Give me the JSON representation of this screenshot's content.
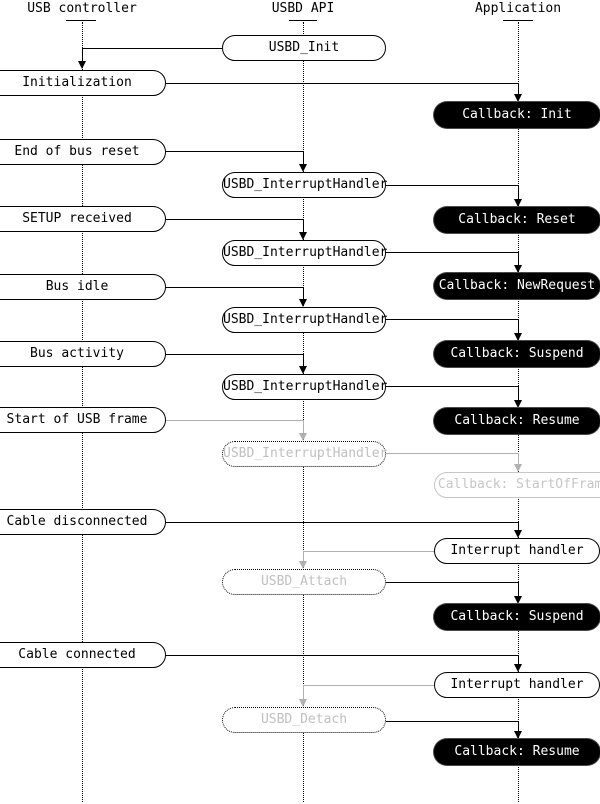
{
  "diagram": {
    "actors": [
      {
        "label": "USB controller"
      },
      {
        "label": "USBD API"
      },
      {
        "label": "Application"
      }
    ],
    "nodes": {
      "usbd_init": "USBD_Init",
      "initialization": "Initialization",
      "cb_init": "Callback: Init",
      "end_bus_reset": "End of bus reset",
      "ih1": "USBD_InterruptHandler",
      "cb_reset": "Callback: Reset",
      "setup_received": "SETUP received",
      "ih2": "USBD_InterruptHandler",
      "cb_newrequest": "Callback: NewRequest",
      "bus_idle": "Bus idle",
      "ih3": "USBD_InterruptHandler",
      "cb_suspend1": "Callback: Suspend",
      "bus_activity": "Bus activity",
      "ih4": "USBD_InterruptHandler",
      "cb_resume1": "Callback: Resume",
      "start_of_frame": "Start of USB frame",
      "ih5": "USBD_InterruptHandler",
      "cb_startofframe": "Callback: StartOfFrame",
      "cable_disconnected": "Cable disconnected",
      "int_handler1": "Interrupt handler",
      "usbd_attach": "USBD_Attach",
      "cb_suspend2": "Callback: Suspend",
      "cable_connected": "Cable connected",
      "int_handler2": "Interrupt handler",
      "usbd_detach": "USBD_Detach",
      "cb_resume2": "Callback: Resume"
    },
    "colors": {
      "line_black": "#000000",
      "line_gray": "#b0b0b0",
      "inactive_text_gray": "#c0c0c0",
      "inactive_border_gray": "#c6c6c6",
      "callback_bg": "#000000",
      "callback_text": "#ffffff"
    }
  }
}
